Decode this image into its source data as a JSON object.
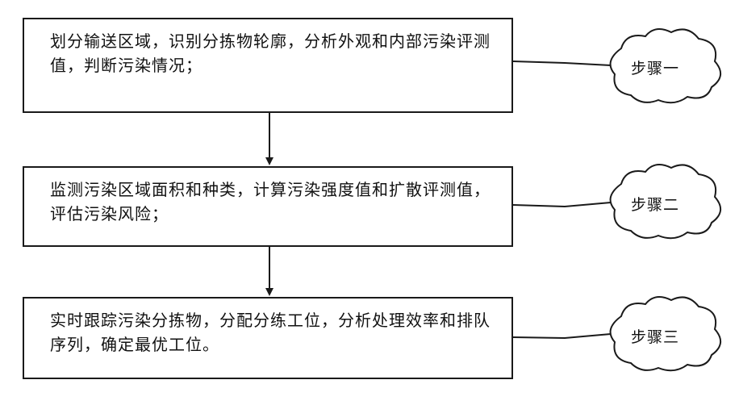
{
  "steps": [
    {
      "text": "划分输送区域，识别分拣物轮廓，分析外观和内部污染评测值，判断污染情况；",
      "label": "步骤一"
    },
    {
      "text": "监测污染区域面积和种类，计算污染强度值和扩散评测值，评估污染风险；",
      "label": "步骤二"
    },
    {
      "text": "实时跟踪污染分拣物，分配分练工位，分析处理效率和排队序列，确定最优工位。",
      "label": "步骤三"
    }
  ]
}
